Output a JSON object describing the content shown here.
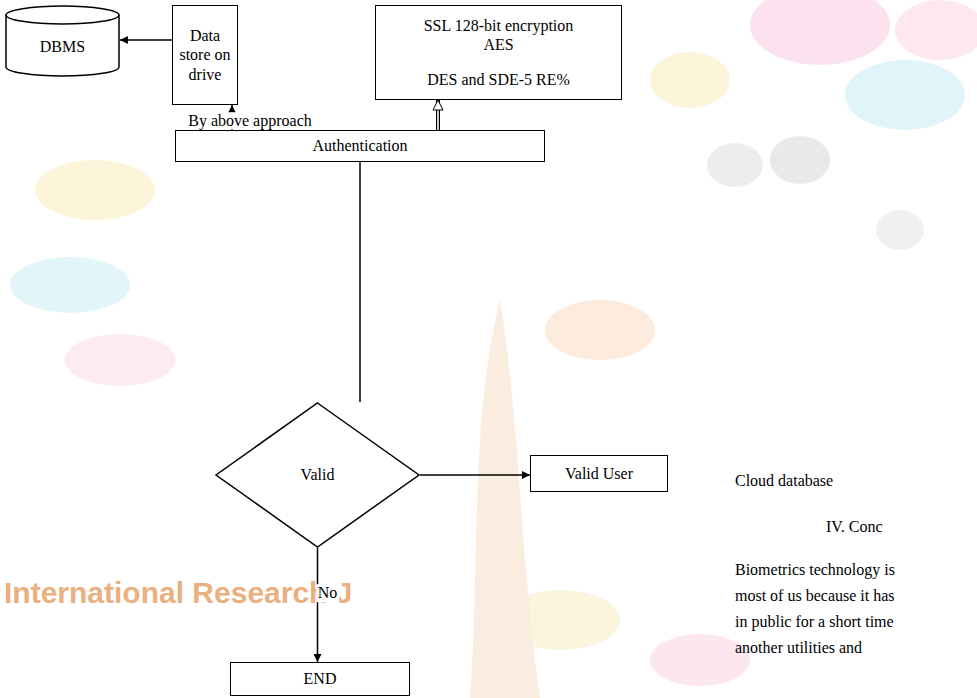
{
  "diagram": {
    "nodes": [
      {
        "text": [
          "DBMS"
        ]
      },
      {
        "text": [
          "Data store on drive"
        ]
      },
      {
        "text": [
          "SSL 128-bit encryption AES",
          "DES and SDE-5 RE%"
        ]
      },
      {
        "text": [
          "Authentication"
        ]
      },
      {
        "text": [
          "Valid"
        ]
      },
      {
        "text": [
          "Valid User"
        ]
      },
      {
        "text": [
          "END"
        ]
      }
    ],
    "edges": [
      {
        "from": 3,
        "to": 1,
        "label": "By above approach",
        "arrow": "to"
      },
      {
        "from": 3,
        "to": 2,
        "arrow": "to"
      },
      {
        "from": 1,
        "to": 0,
        "arrow": "to"
      },
      {
        "from": 3,
        "to": 4,
        "arrow": "none"
      },
      {
        "from": 4,
        "to": 5,
        "arrow": "to"
      },
      {
        "from": 4,
        "to": 6,
        "label": "No",
        "arrow": "to"
      }
    ],
    "labels": [
      "Cloud database",
      "IV. Conc",
      "International Research J",
      "Biometrics technology is",
      "most of us because it has",
      "in public for a short time",
      "another utilities and"
    ]
  }
}
